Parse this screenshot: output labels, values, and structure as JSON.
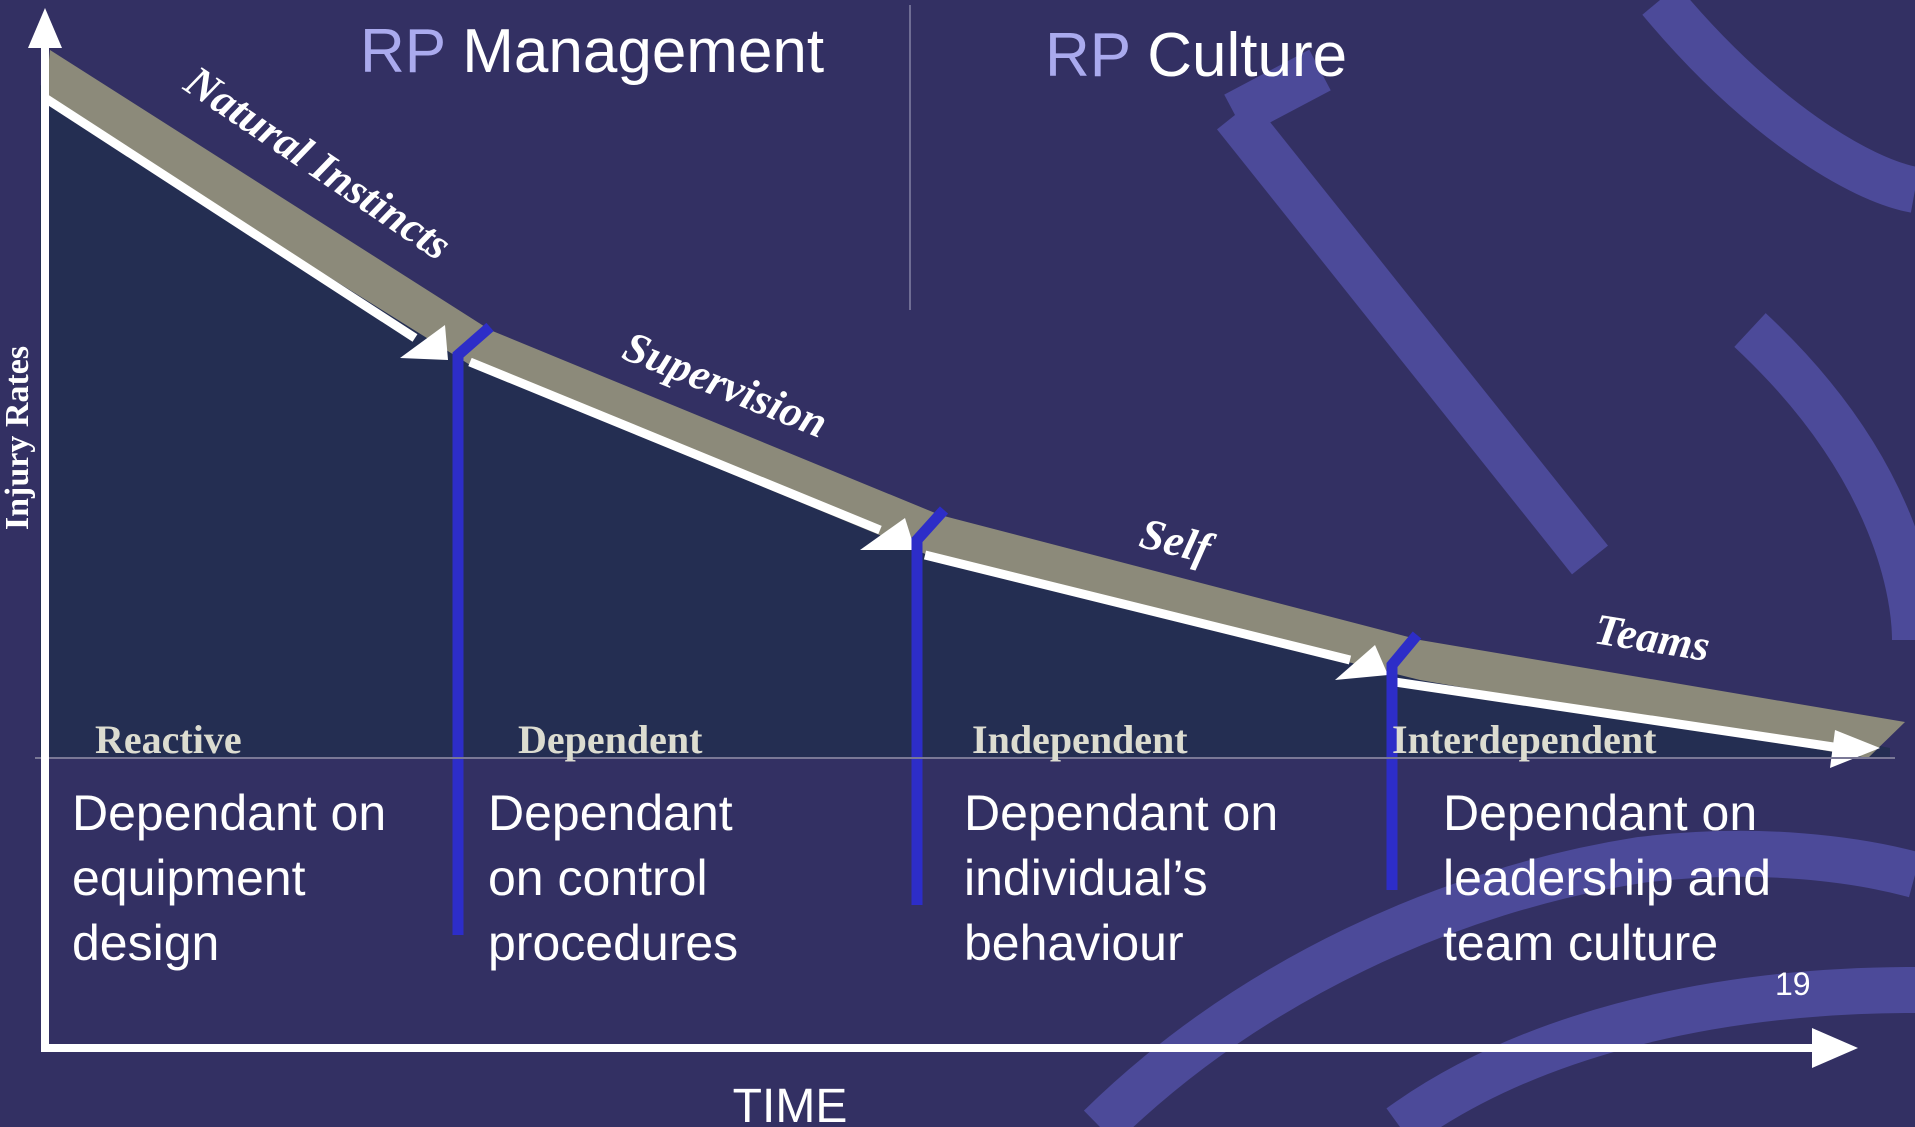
{
  "header": {
    "left": {
      "prefix": "RP",
      "title": "Management"
    },
    "right": {
      "prefix": "RP",
      "title": "Culture"
    }
  },
  "axes": {
    "y_label": "Injury Rates",
    "x_label": "TIME"
  },
  "curve_labels": [
    "Natural Instincts",
    "Supervision",
    "Self",
    "Teams"
  ],
  "stages": [
    {
      "name": "Reactive",
      "desc": [
        "Dependant on",
        "equipment",
        "design"
      ]
    },
    {
      "name": "Dependent",
      "desc": [
        "Dependant",
        "on control",
        "procedures"
      ]
    },
    {
      "name": "Independent",
      "desc": [
        "Dependant on",
        "individual’s",
        "behaviour"
      ]
    },
    {
      "name": "Interdependent",
      "desc": [
        "Dependant on",
        "leadership and",
        "team culture"
      ]
    }
  ],
  "page_number": "19",
  "colors": {
    "background": "#333063",
    "area_fill": "#242e52",
    "band": "#8c8a7a",
    "divider": "#2d2dc8",
    "decor": "#4c4a99",
    "header_prefix": "#aaaaee",
    "text": "#ffffff"
  }
}
